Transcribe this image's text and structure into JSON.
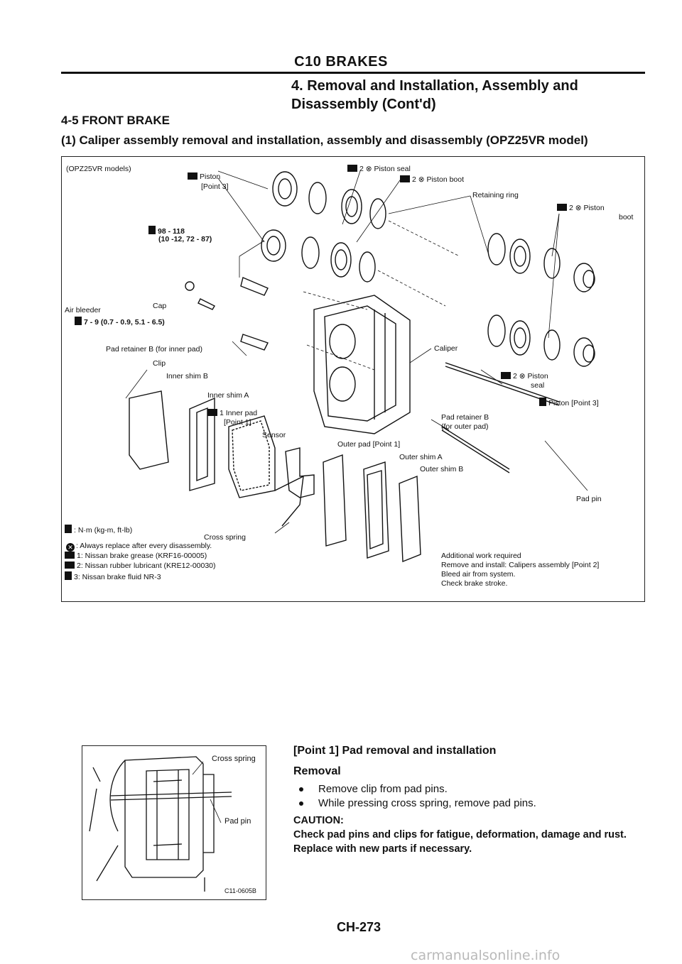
{
  "header": {
    "title": "C10 BRAKES"
  },
  "section": {
    "title_line1": "4. Removal and Installation, Assembly and",
    "title_line2": "Disassembly (Cont'd)"
  },
  "subsection": "4-5 FRONT BRAKE",
  "heading": "(1) Caliper assembly removal and installation, assembly and disassembly (OPZ25VR model)",
  "figure": {
    "labels": {
      "models": "(OPZ25VR models)",
      "piston": "Piston",
      "point3": "[Point 3]",
      "torque1": "98 - 118",
      "torque1b": "(10 -12, 72 - 87)",
      "piston_seal_top": "2 ⊗ Piston seal",
      "piston_boot_top": "2 ⊗ Piston boot",
      "retaining_ring": "Retaining ring",
      "piston_boot_right_a": "2 ⊗ Piston",
      "piston_boot_right_b": "boot",
      "air_bleeder": "Air bleeder",
      "cap": "Cap",
      "torque2": "7 - 9 (0.7 - 0.9, 5.1 - 6.5)",
      "pad_retainer_inner": "Pad retainer B (for inner pad)",
      "clip": "Clip",
      "inner_shim_b": "Inner shim B",
      "inner_shim_a": "Inner shim A",
      "inner_pad": "1 Inner pad",
      "point1": "[Point 1]",
      "sensor": "Sensor",
      "caliper": "Caliper",
      "piston_seal_right_a": "2 ⊗ Piston",
      "piston_seal_right_b": "seal",
      "piston_point3": "Piston [Point 3]",
      "pad_retainer_outer_a": "Pad retainer B",
      "pad_retainer_outer_b": "(for outer pad)",
      "outer_pad": "Outer pad [Point 1]",
      "outer_shim_a": "Outer shim A",
      "outer_shim_b": "Outer shim B",
      "pad_pin": "Pad pin",
      "cross_spring": "Cross spring"
    },
    "legend": {
      "torque_unit": ": N·m (kg-m, ft-lb)",
      "always_replace": ": Always replace after every disassembly.",
      "grease1": "1: Nissan brake grease (KRF16-00005)",
      "grease2": "2: Nissan rubber lubricant (KRE12-00030)",
      "fluid3": "3: Nissan brake fluid NR-3"
    },
    "additional": {
      "line1": "Additional work required",
      "line2": "Remove and install: Calipers assembly [Point 2]",
      "line3": "Bleed air from system.",
      "line4": "Check brake stroke."
    }
  },
  "small_figure": {
    "cross_spring": "Cross spring",
    "pad_pin": "Pad pin",
    "code": "C11-0605B"
  },
  "point1": {
    "title": "[Point 1] Pad removal and installation",
    "removal": "Removal",
    "bullets": [
      "Remove clip from pad pins.",
      "While pressing cross spring, remove pad pins."
    ],
    "caution_title": "CAUTION:",
    "caution_text": "Check pad pins and clips for fatigue, deformation, damage and rust. Replace with new parts if necessary."
  },
  "page_number": "CH-273",
  "watermark": "carmanualsonline.info"
}
